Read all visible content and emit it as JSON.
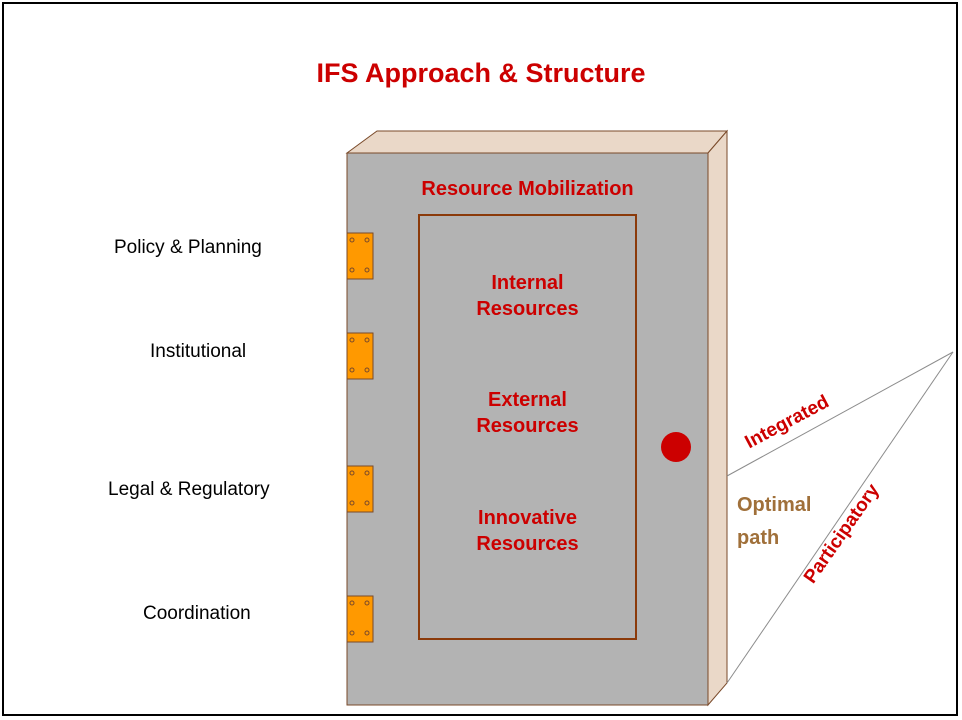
{
  "title": "IFS Approach & Structure",
  "door": {
    "header": "Resource Mobilization",
    "resources": [
      {
        "line1": "Internal",
        "line2": "Resources"
      },
      {
        "line1": "External",
        "line2": "Resources"
      },
      {
        "line1": "Innovative",
        "line2": "Resources"
      }
    ]
  },
  "hinges": [
    {
      "label": "Policy & Planning"
    },
    {
      "label": "Institutional"
    },
    {
      "label": "Legal & Regulatory"
    },
    {
      "label": "Coordination"
    }
  ],
  "path": {
    "integrated": "Integrated",
    "participatory": "Participatory",
    "optimal_line1": "Optimal",
    "optimal_line2": "path"
  },
  "colors": {
    "door": "#b3b3b3",
    "door_side": "#ead8c8",
    "hinge": "#ff9900",
    "accent_red": "#cc0000",
    "knob": "#cc0000",
    "optimal_brown": "#a0703a"
  }
}
